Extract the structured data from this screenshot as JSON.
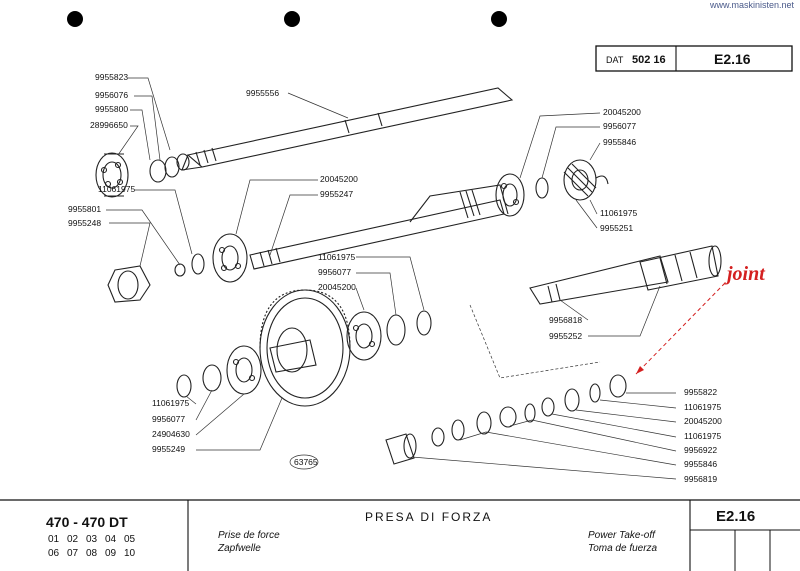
{
  "watermark": "www.maskinisten.net",
  "header": {
    "dat_label": "DAT",
    "dat_number": "502 16",
    "page_code": "E2.16"
  },
  "footer": {
    "model": "470 - 470 DT",
    "variants_row1": [
      "01",
      "02",
      "03",
      "04",
      "05"
    ],
    "variants_row2": [
      "06",
      "07",
      "08",
      "09",
      "10"
    ],
    "title": "PRESA DI FORZA",
    "fr": "Prise de force",
    "de": "Zapfwelle",
    "en": "Power Take-off",
    "es": "Toma de fuerza",
    "page_code": "E2.16"
  },
  "annotation": {
    "text": "joint",
    "color": "#d42020"
  },
  "figure_ref": "63765",
  "parts": {
    "p_9955823": "9955823",
    "p_9956076": "9956076",
    "p_9955800": "9955800",
    "p_28996650": "28996650",
    "p_9955556": "9955556",
    "p_20045200_a": "20045200",
    "p_9956077_a": "9956077",
    "p_9955846_a": "9955846",
    "p_11061975_a": "11061975",
    "p_9955251": "9955251",
    "p_11061975_b": "11061975",
    "p_9955801": "9955801",
    "p_9955248": "9955248",
    "p_20045200_b": "20045200",
    "p_9955247": "9955247",
    "p_11061975_c": "11061975",
    "p_9956077_b": "9956077",
    "p_20045200_c": "20045200",
    "p_9956818": "9956818",
    "p_9955252": "9955252",
    "p_9955822": "9955822",
    "p_11061975_d": "11061975",
    "p_20045200_d": "20045200",
    "p_11061975_e": "11061975",
    "p_9956922": "9956922",
    "p_9955846_b": "9955846",
    "p_9956819": "9956819",
    "p_11061975_f": "11061975",
    "p_9956077_c": "9956077",
    "p_24904630": "24904630",
    "p_9955249": "9955249"
  }
}
